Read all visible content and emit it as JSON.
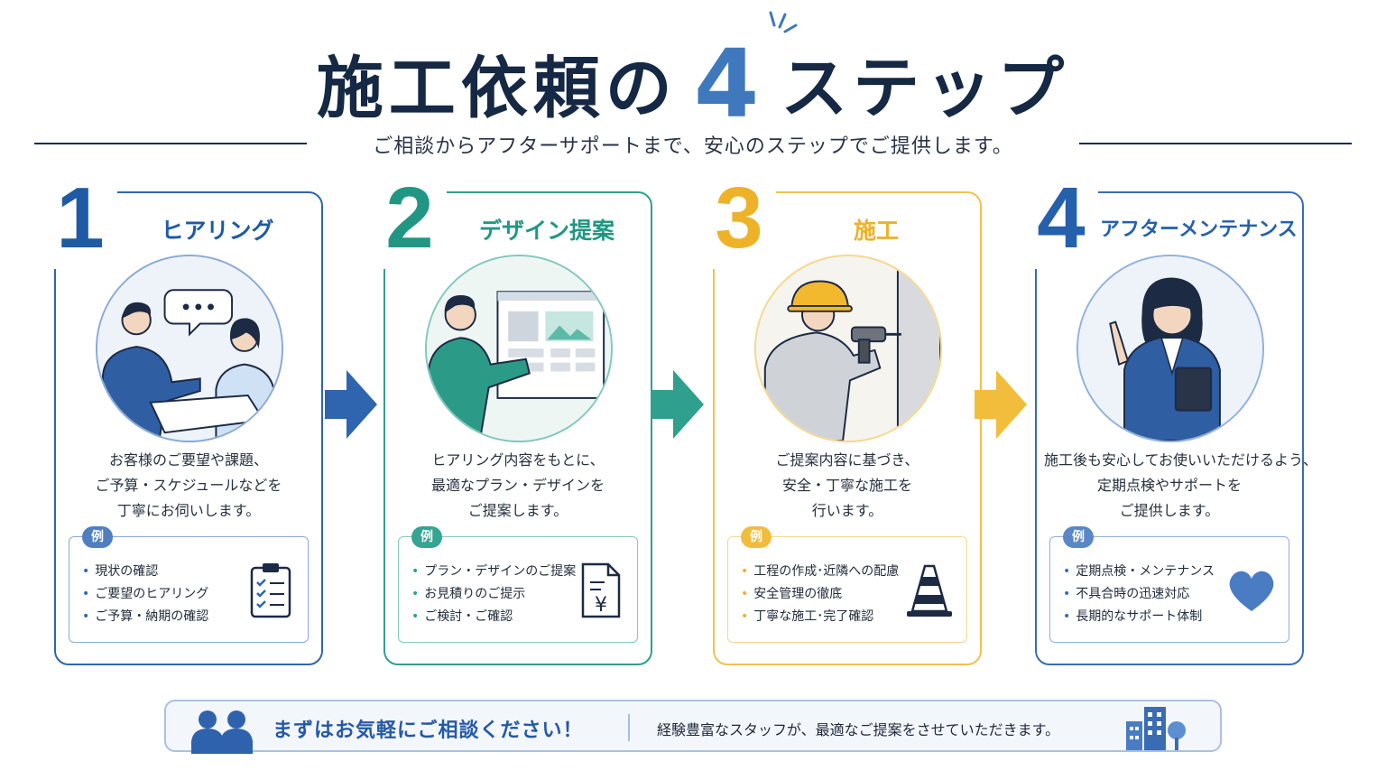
{
  "header": {
    "title_part1": "施工依頼の",
    "title_number": "4",
    "title_part2": "ステップ",
    "subtitle": "ご相談からアフターサポートまで、安心のステップでご提供します。"
  },
  "steps": [
    {
      "number": "1",
      "title": "ヒアリング",
      "desc": [
        "お客様のご要望や課題、",
        "ご予算・スケジュールなどを",
        "丁寧にお伺いします。"
      ],
      "example_label": "例",
      "examples": [
        "現状の確認",
        "ご要望のヒアリング",
        "ご予算・納期の確認"
      ],
      "icon": "clipboard-checklist-icon",
      "color": "#2f66ad"
    },
    {
      "number": "2",
      "title": "デザイン提案",
      "desc": [
        "ヒアリング内容をもとに、",
        "最適なプラン・デザインを",
        "ご提案します。"
      ],
      "example_label": "例",
      "examples": [
        "プラン・デザインのご提案",
        "お見積りのご提示",
        "ご検討・ご確認"
      ],
      "icon": "yen-document-icon",
      "icon_text": "¥",
      "color": "#2ea08d"
    },
    {
      "number": "3",
      "title": "施工",
      "desc": [
        "ご提案内容に基づき、",
        "安全・丁寧な施工を",
        "行います。"
      ],
      "example_label": "例",
      "examples": [
        "工程の作成･近隣への配慮",
        "安全管理の徹底",
        "丁寧な施工･完了確認"
      ],
      "icon": "traffic-cone-icon",
      "color": "#f2c14d"
    },
    {
      "number": "4",
      "title": "アフターメンテナンス",
      "desc": [
        "施工後も安心してお使いいただけるよう、",
        "定期点検やサポートを",
        "ご提供します。"
      ],
      "example_label": "例",
      "examples": [
        "定期点検・メンテナンス",
        "不具合時の迅速対応",
        "長期的なサポート体制"
      ],
      "icon": "heart-icon",
      "color": "#3a6cb4"
    }
  ],
  "footer": {
    "cta": "まずはお気軽にご相談ください！",
    "note": "経験豊富なスタッフが、最適なご提案をさせていただきます。"
  }
}
